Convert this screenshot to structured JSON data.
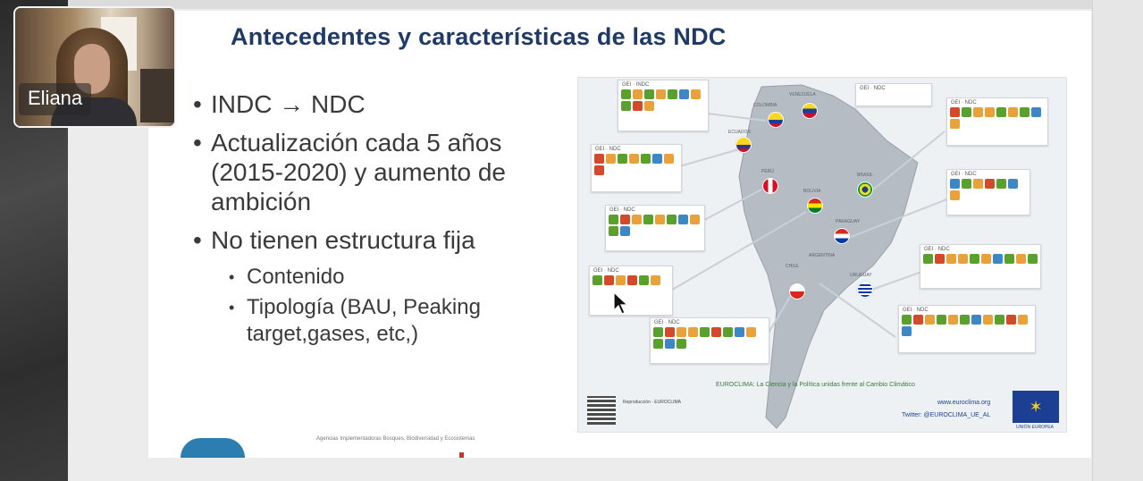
{
  "participant": {
    "name": "Eliana"
  },
  "slide": {
    "title": "Antecedentes y características de las NDC",
    "bullets": [
      {
        "text": "INDC → NDC",
        "level": 1
      },
      {
        "text": "Actualización cada 5 años (2015-2020) y aumento de ambición",
        "level": 1
      },
      {
        "text": "No tienen estructura fija",
        "level": 1
      },
      {
        "text": "Contenido",
        "level": 2
      },
      {
        "text": "Tipología (BAU, Peaking target,gases, etc,)",
        "level": 2
      }
    ],
    "map_footer": "EUROCLIMA: La Ciencia y la Política unidas frente al Cambio Climático",
    "map_site": "www.euroclima.org",
    "map_twitter": "Twitter: @EUROCLIMA_UE_AL",
    "eu_label": "UNIÓN EUROPEA",
    "agencies_text": "Agencias Implementadoras Bosques, Biodiversidad y Ecosistemas",
    "countries": [
      "COLOMBIA",
      "VENEZUELA",
      "ECUADOR",
      "PERÚ",
      "BOLIVIA",
      "BRASIL",
      "PARAGUAY",
      "CHILE",
      "ARGENTINA",
      "URUGUAY"
    ]
  },
  "colors": {
    "title": "#1f3a66",
    "icon_green": "#5aa02c",
    "icon_orange": "#e9a23b",
    "icon_blue": "#3d87c4",
    "icon_red": "#d24a2a",
    "eu_blue": "#1d3f93"
  }
}
